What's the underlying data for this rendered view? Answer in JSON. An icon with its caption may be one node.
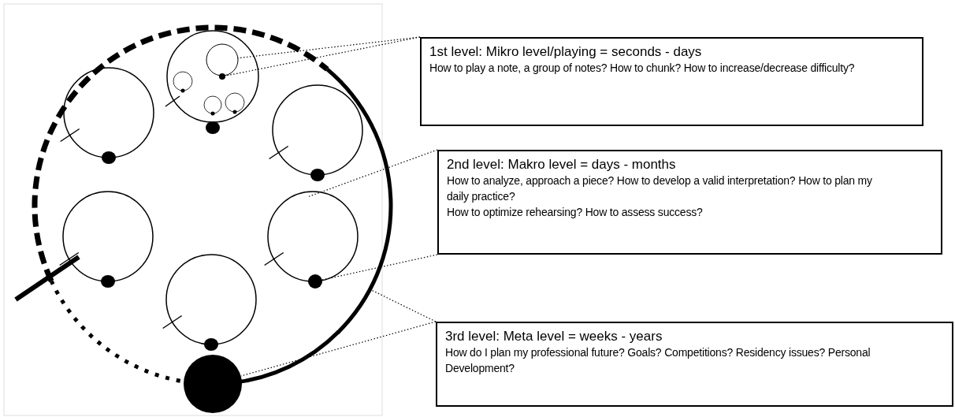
{
  "diagram": {
    "nodes": [
      {
        "text": [
          "1st level: Mikro level/playing = seconds - days",
          "How to play a note, a group of notes? How to chunk? How to increase/decrease difficulty?"
        ]
      },
      {
        "text": [
          "2nd level: Makro level = days - months",
          "How to analyze, approach a piece? How to develop a valid interpretation? How to plan my daily practice?",
          "How to optimize rehearsing? How to assess success?"
        ]
      },
      {
        "text": [
          "3rd level: Meta level = weeks - years",
          "How do I plan my professional future? Goals? Competitions? Residency issues? Personal Development?"
        ]
      },
      {
        "text": [],
        "shape": "circle"
      },
      {
        "text": [],
        "shape": "circle"
      },
      {
        "text": [],
        "shape": "circle"
      },
      {
        "text": [],
        "shape": "arc"
      },
      {
        "text": [],
        "shape": "circle"
      }
    ],
    "edges": [
      {
        "from": 0,
        "to": 3,
        "arrow": "none"
      },
      {
        "from": 0,
        "to": 4,
        "arrow": "none"
      },
      {
        "from": 1,
        "to": null,
        "arrow": "none"
      },
      {
        "from": 1,
        "to": 5,
        "arrow": "none"
      },
      {
        "from": 2,
        "to": 6,
        "arrow": "none"
      },
      {
        "from": 2,
        "to": 7,
        "arrow": "none"
      }
    ]
  }
}
